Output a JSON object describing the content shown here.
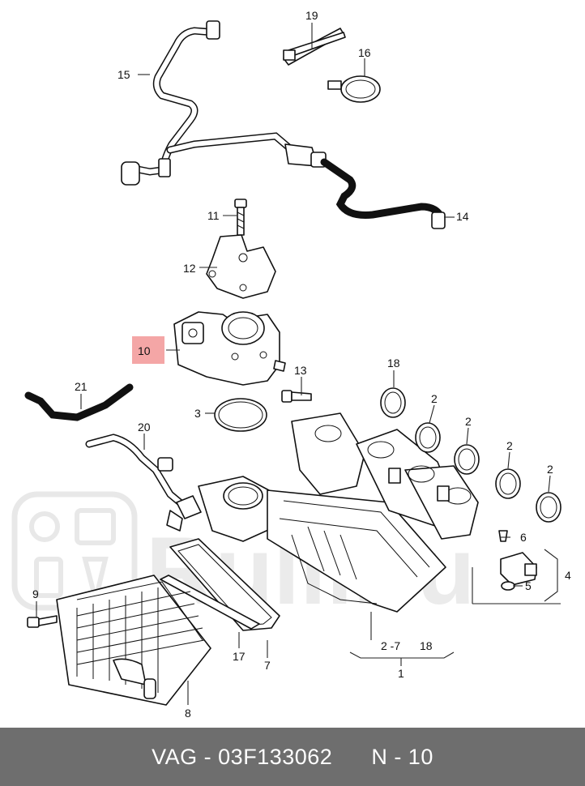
{
  "callouts": {
    "c1": "1",
    "c2a": "2",
    "c2b": "2",
    "c2c": "2",
    "c2d": "2",
    "c2_7": "2 -7",
    "c18b": "18",
    "c3": "3",
    "c4": "4",
    "c5": "5",
    "c6": "6",
    "c7": "7",
    "c8": "8",
    "c9": "9",
    "c10": "10",
    "c11": "11",
    "c12": "12",
    "c13": "13",
    "c14": "14",
    "c15": "15",
    "c16": "16",
    "c17": "17",
    "c18": "18",
    "c19": "19",
    "c20": "20",
    "c21": "21"
  },
  "highlight": {
    "color": "#f4a6a6"
  },
  "watermark": {
    "brand": "Rulli.ru"
  },
  "footer": {
    "part_number": "VAG - 03F133062",
    "position": "N - 10",
    "background": "#6e6e6e"
  }
}
